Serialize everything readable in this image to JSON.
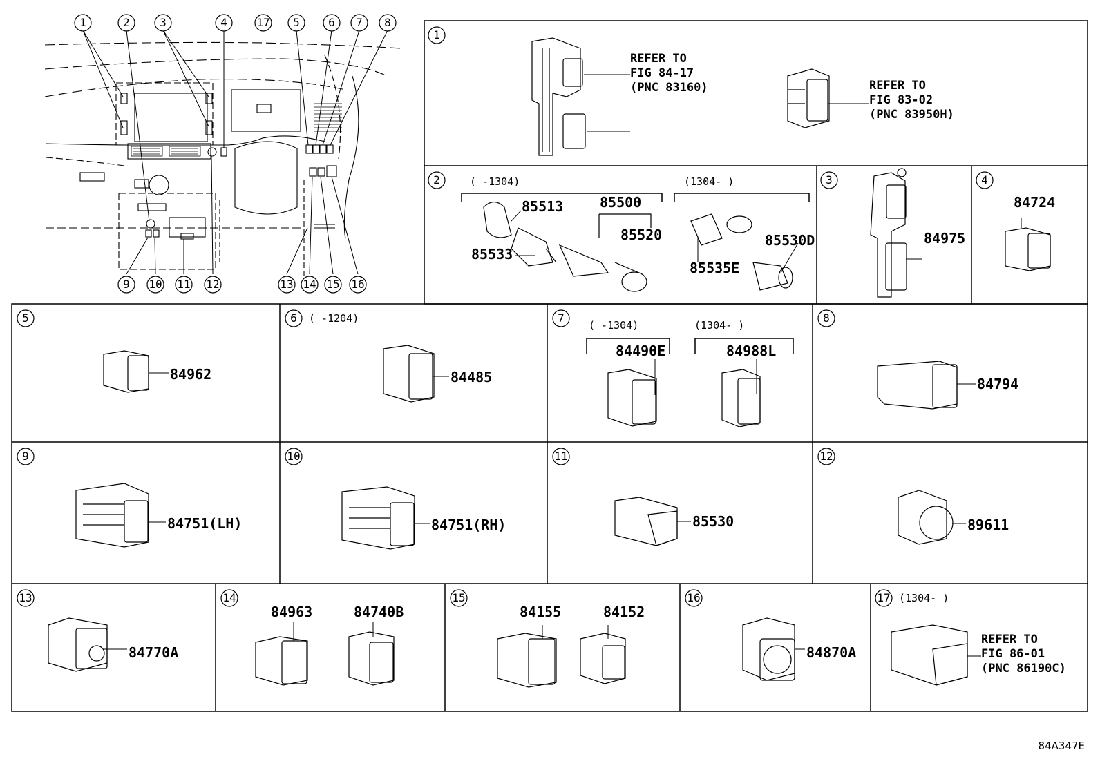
{
  "figure_code": "84A347E",
  "overview_callouts": [
    "1",
    "2",
    "3",
    "4",
    "17",
    "5",
    "6",
    "7",
    "8",
    "9",
    "10",
    "11",
    "12",
    "13",
    "14",
    "15",
    "16"
  ],
  "panels": [
    {
      "index": "1",
      "range": "",
      "parts": [
        {
          "label": "REFER TO\nFIG 84-17\n(PNC 83160)"
        },
        {
          "label": "REFER TO\nFIG 83-02\n(PNC 83950H)"
        }
      ]
    },
    {
      "index": "2",
      "range_left": "(      -1304)",
      "range_right": "(1304-      )",
      "parts": [
        {
          "label": "85513"
        },
        {
          "label": "85500"
        },
        {
          "label": "85520"
        },
        {
          "label": "85533"
        },
        {
          "label": "85535E"
        },
        {
          "label": "85530D"
        }
      ]
    },
    {
      "index": "3",
      "range": "",
      "parts": [
        {
          "label": "84975"
        }
      ]
    },
    {
      "index": "4",
      "range": "",
      "parts": [
        {
          "label": "84724"
        }
      ]
    },
    {
      "index": "5",
      "range": "",
      "parts": [
        {
          "label": "84962"
        }
      ]
    },
    {
      "index": "6",
      "range": "(      -1204)",
      "parts": [
        {
          "label": "84485"
        }
      ]
    },
    {
      "index": "7",
      "range_left": "(    -1304)",
      "range_right": "(1304-      )",
      "parts": [
        {
          "label": "84490E"
        },
        {
          "label": "84988L"
        }
      ]
    },
    {
      "index": "8",
      "range": "",
      "parts": [
        {
          "label": "84794"
        }
      ]
    },
    {
      "index": "9",
      "range": "",
      "parts": [
        {
          "label": "84751(LH)"
        }
      ]
    },
    {
      "index": "10",
      "range": "",
      "parts": [
        {
          "label": "84751(RH)"
        }
      ]
    },
    {
      "index": "11",
      "range": "",
      "parts": [
        {
          "label": "85530"
        }
      ]
    },
    {
      "index": "12",
      "range": "",
      "parts": [
        {
          "label": "89611"
        }
      ]
    },
    {
      "index": "13",
      "range": "",
      "parts": [
        {
          "label": "84770A"
        }
      ]
    },
    {
      "index": "14",
      "range": "",
      "parts": [
        {
          "label": "84963"
        },
        {
          "label": "84740B"
        }
      ]
    },
    {
      "index": "15",
      "range": "",
      "parts": [
        {
          "label": "84155"
        },
        {
          "label": "84152"
        }
      ]
    },
    {
      "index": "16",
      "range": "",
      "parts": [
        {
          "label": "84870A"
        }
      ]
    },
    {
      "index": "17",
      "range": "(1304-      )",
      "parts": [
        {
          "label": "REFER TO\nFIG 86-01\n(PNC 86190C)"
        }
      ]
    }
  ]
}
